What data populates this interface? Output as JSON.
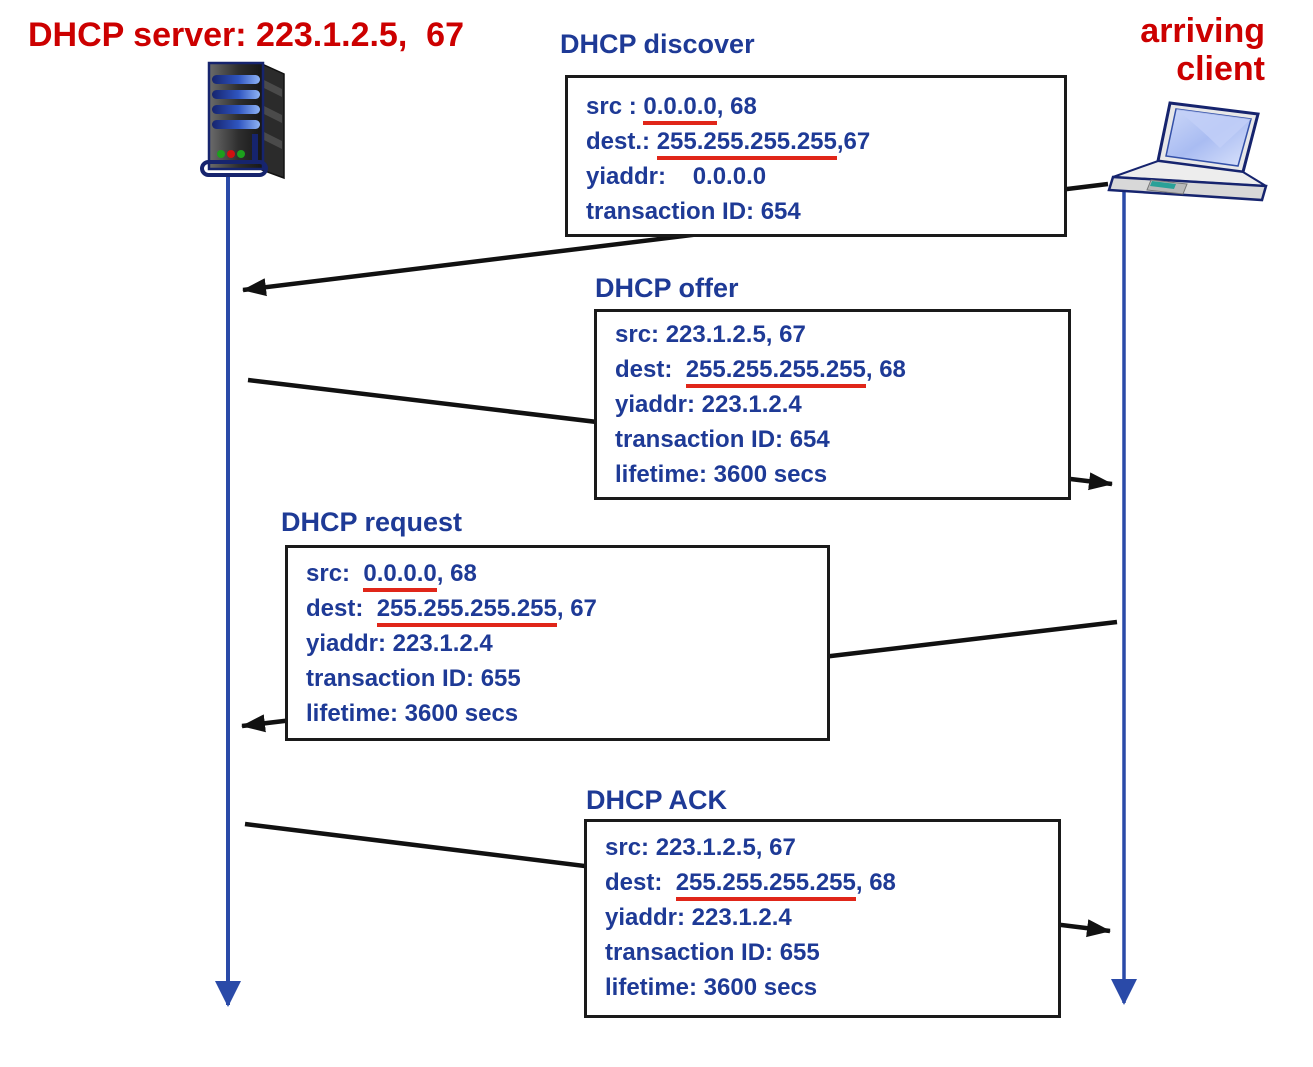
{
  "titles": {
    "server": "DHCP server: 223.1.2.5,  67",
    "client": "arriving\nclient"
  },
  "icons": {
    "server": "server-tower-icon",
    "client": "laptop-icon"
  },
  "lifelines": {
    "server_color": "#2A4AA8",
    "client_color": "#2A4AA8"
  },
  "arrows": {
    "color": "#111111",
    "discover_direction": "client-to-server",
    "offer_direction": "server-to-client",
    "request_direction": "client-to-server",
    "ack_direction": "server-to-client"
  },
  "colors": {
    "title_red": "#CC0000",
    "text_navy": "#1E3A96",
    "underline_red": "#E02619",
    "box_border": "#1a1a1a"
  },
  "boxes": [
    {
      "label": "DHCP discover",
      "lines": [
        {
          "pre": "src : ",
          "u": "0.0.0.0",
          "post": ", 68"
        },
        {
          "pre": "dest.: ",
          "u": "255.255.255.255",
          "post": ",67"
        },
        {
          "pre": "yiaddr:    0.0.0.0"
        },
        {
          "pre": "transaction ID: 654"
        }
      ]
    },
    {
      "label": "DHCP offer",
      "lines": [
        {
          "pre": "src: 223.1.2.5, 67"
        },
        {
          "pre": "dest:  ",
          "u": "255.255.255.255",
          "post": ", 68"
        },
        {
          "pre": "yiaddr: 223.1.2.4"
        },
        {
          "pre": "transaction ID: 654"
        },
        {
          "pre": "lifetime: 3600 secs"
        }
      ]
    },
    {
      "label": "DHCP request",
      "lines": [
        {
          "pre": "src:  ",
          "u": "0.0.0.0",
          "post": ", 68"
        },
        {
          "pre": "dest:  ",
          "u": "255.255.255.255",
          "post": ", 67"
        },
        {
          "pre": "yiaddr: 223.1.2.4"
        },
        {
          "pre": "transaction ID: 655"
        },
        {
          "pre": "lifetime: 3600 secs"
        }
      ]
    },
    {
      "label": "DHCP ACK",
      "lines": [
        {
          "pre": "src: 223.1.2.5, 67"
        },
        {
          "pre": "dest:  ",
          "u": "255.255.255.255",
          "post": ", 68"
        },
        {
          "pre": "yiaddr: 223.1.2.4"
        },
        {
          "pre": "transaction ID: 655"
        },
        {
          "pre": "lifetime: 3600 secs"
        }
      ]
    }
  ]
}
